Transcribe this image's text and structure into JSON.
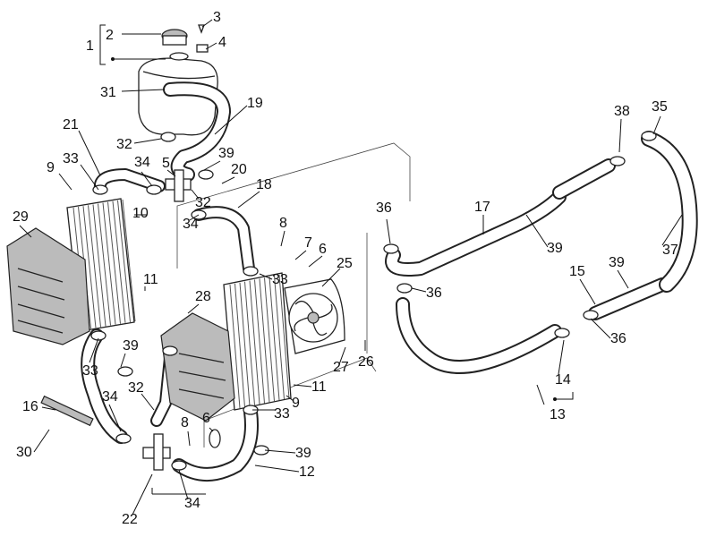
{
  "diagram": {
    "callouts": [
      "1",
      "2",
      "3",
      "4",
      "31",
      "19",
      "32",
      "21",
      "33",
      "9",
      "34",
      "5",
      "39",
      "20",
      "32",
      "18",
      "34",
      "10",
      "29",
      "8",
      "7",
      "6",
      "25",
      "33",
      "11",
      "28",
      "39",
      "33",
      "32",
      "16",
      "34",
      "30",
      "8",
      "6",
      "11",
      "9",
      "33",
      "27",
      "26",
      "39",
      "12",
      "22",
      "34",
      "36",
      "17",
      "39",
      "36",
      "38",
      "35",
      "37",
      "15",
      "39",
      "36",
      "14",
      "13"
    ]
  }
}
